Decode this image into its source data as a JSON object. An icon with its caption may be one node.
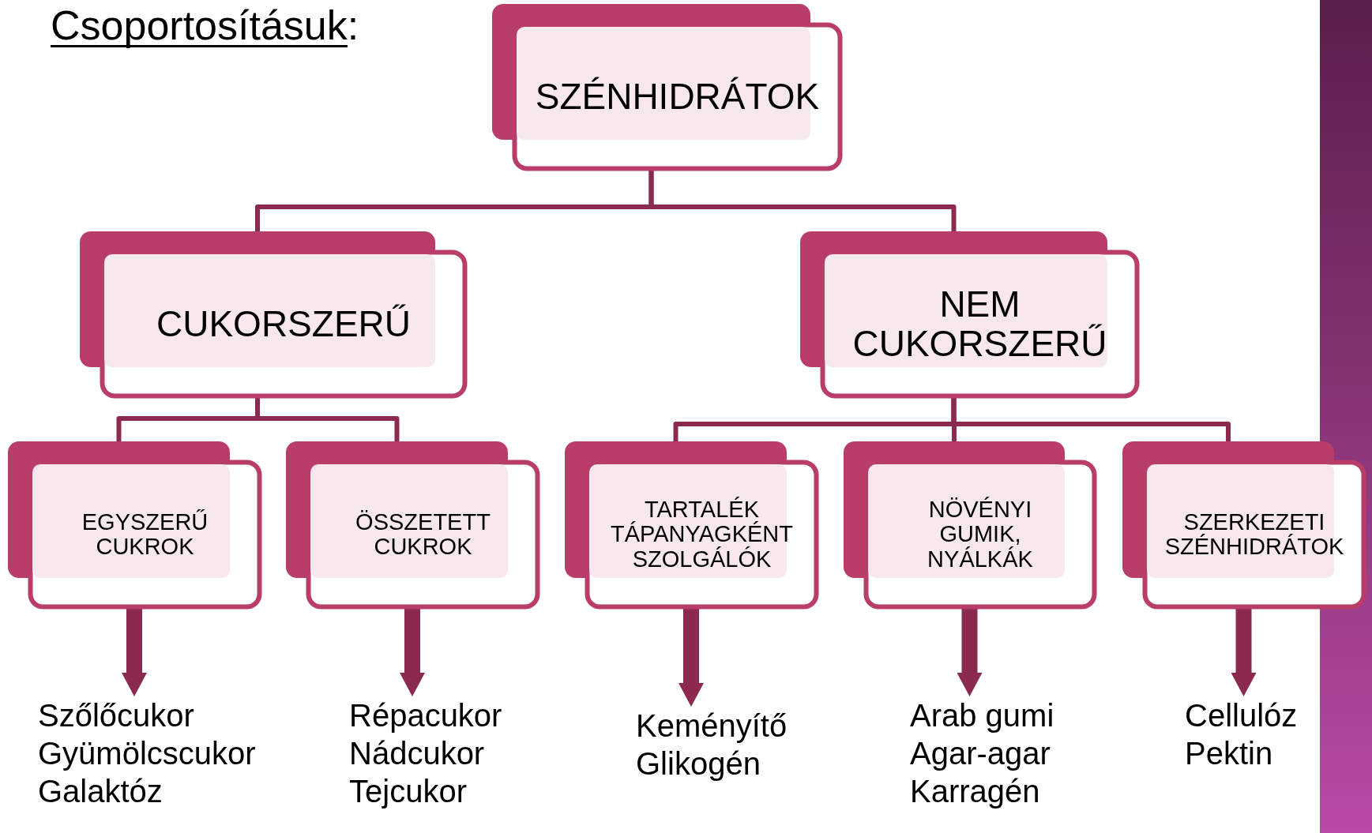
{
  "diagram": {
    "title": "Csoportosításuk:",
    "nodes": [
      {
        "text": [
          "SZÉNHIDRÁTOK"
        ]
      },
      {
        "text": [
          "CUKORSZERŰ"
        ]
      },
      {
        "text": [
          "NEM CUKORSZERŰ"
        ]
      },
      {
        "text": [
          "EGYSZERŰ CUKROK"
        ]
      },
      {
        "text": [
          "ÖSSZETETT CUKROK"
        ]
      },
      {
        "text": [
          "TARTALÉK TÁPANYAGKÉNT SZOLGÁLÓK"
        ]
      },
      {
        "text": [
          "NÖVÉNYI GUMIK, NYÁLKÁK"
        ]
      },
      {
        "text": [
          "SZERKEZETI SZÉNHIDRÁTOK"
        ]
      },
      {
        "text": [
          "Szőlőcukor",
          "Gyümölcscukor",
          "Galaktóz"
        ]
      },
      {
        "text": [
          "Répacukor",
          "Nádcukor",
          "Tejcukor"
        ]
      },
      {
        "text": [
          "Keményítő",
          "Glikogén"
        ]
      },
      {
        "text": [
          "Arab gumi",
          "Agar-agar",
          "Karragén"
        ]
      },
      {
        "text": [
          "Cellulóz",
          "Pektin"
        ]
      }
    ],
    "edges": [
      {
        "from": 0,
        "to": 1,
        "arrow": "none"
      },
      {
        "from": 0,
        "to": 2,
        "arrow": "none"
      },
      {
        "from": 1,
        "to": 3,
        "arrow": "none"
      },
      {
        "from": 1,
        "to": 4,
        "arrow": "none"
      },
      {
        "from": 2,
        "to": 5,
        "arrow": "none"
      },
      {
        "from": 2,
        "to": 6,
        "arrow": "none"
      },
      {
        "from": 2,
        "to": 7,
        "arrow": "none"
      },
      {
        "from": 3,
        "to": 8,
        "arrow": "to",
        "style": "thick"
      },
      {
        "from": 4,
        "to": 9,
        "arrow": "to",
        "style": "thick"
      },
      {
        "from": 5,
        "to": 10,
        "arrow": "to",
        "style": "thick"
      },
      {
        "from": 6,
        "to": 11,
        "arrow": "to",
        "style": "thick"
      },
      {
        "from": 7,
        "to": 12,
        "arrow": "to",
        "style": "thick"
      }
    ]
  }
}
